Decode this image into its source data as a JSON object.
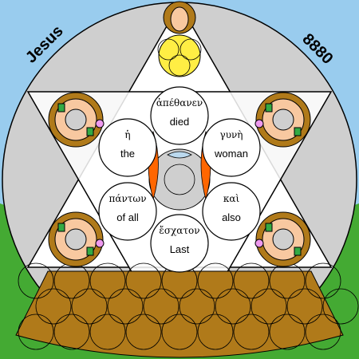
{
  "corner": {
    "left": "Jesus",
    "right": "8880"
  },
  "words": [
    {
      "id": "top",
      "greek": "ἀπέθανεν",
      "english": "died"
    },
    {
      "id": "upper-left",
      "greek": "ἡ",
      "english": "the"
    },
    {
      "id": "upper-right",
      "greek": "γυνὴ",
      "english": "woman"
    },
    {
      "id": "lower-left",
      "greek": "πάντων",
      "english": "of all"
    },
    {
      "id": "lower-right",
      "greek": "καὶ",
      "english": "also"
    },
    {
      "id": "bottom",
      "greek": "ἔσχατον",
      "english": "Last"
    }
  ],
  "colors": {
    "sky": "#99ccee",
    "grass": "#44aa33",
    "disc": "#cfcfcf",
    "gold": "#b07a1a",
    "sun": "#ffee44",
    "orange": "#ff6600",
    "skin": "#f8c8a0",
    "green": "#33aa44",
    "pink": "#ee99ee",
    "lightblue": "#bbd9ee"
  }
}
